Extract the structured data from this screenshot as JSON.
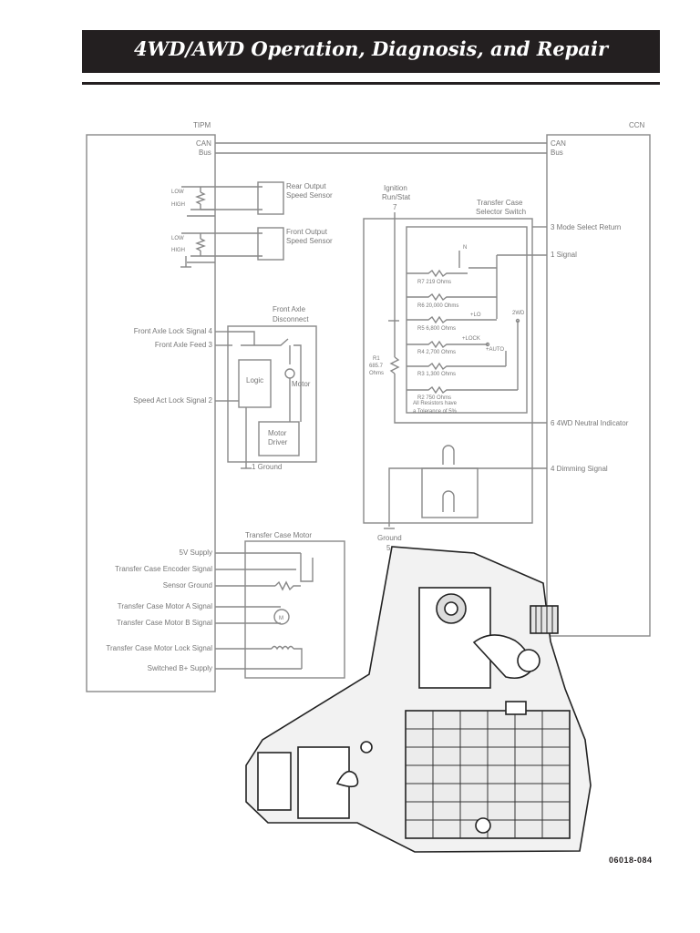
{
  "header": {
    "title": "4WD/AWD Operation, Diagnosis, and Repair"
  },
  "figure_id": "06018-084",
  "modules": {
    "tipm": "TIPM",
    "ccn": "CCN",
    "can_bus_left": [
      "CAN",
      "Bus"
    ],
    "can_bus_right": [
      "CAN",
      "Bus"
    ]
  },
  "sensors": {
    "rear": [
      "Rear Output",
      "Speed Sensor"
    ],
    "front": [
      "Front Output",
      "Speed Sensor"
    ],
    "low": "LOW",
    "high": "HIGH"
  },
  "front_axle": {
    "title": [
      "Front Axle",
      "Disconnect"
    ],
    "lock_signal": "Front Axle Lock Signal 4",
    "feed": "Front Axle Feed 3",
    "speed_act": "Speed Act Lock Signal 2",
    "logic": "Logic",
    "motor": "Motor",
    "motor_driver": [
      "Motor",
      "Driver"
    ],
    "ground": "1 Ground"
  },
  "selector": {
    "ignition": [
      "Ignition",
      "Run/Stat",
      "7"
    ],
    "title": [
      "Transfer Case",
      "Selector Switch"
    ],
    "mode_select_return": "3  Mode Select Return",
    "signal": "1  Signal",
    "r7": "R7  219 Ohms",
    "r6": "R6  20,000 Ohms",
    "r5": "R5  6,800 Ohms",
    "r4": "R4  2,700 Ohms",
    "r3": "R3  1,300 Ohms",
    "r2": "R2  750 Ohms",
    "r1": [
      "R1",
      "685.7",
      "Ohms"
    ],
    "lo": "+LO",
    "lock": "+LOCK",
    "auto": "+AUTO",
    "twowd": "2WD",
    "n": "N",
    "tolerance": [
      "All Resistors have",
      "a Tolerance of 5%"
    ],
    "neutral_indicator": "6  4WD Neutral Indicator",
    "dimming": "4  Dimming Signal",
    "ground": [
      "Ground",
      "5"
    ]
  },
  "tc_motor": {
    "title": "Transfer Case Motor",
    "labels": [
      "5V Supply",
      "Transfer Case Encoder Signal",
      "Sensor Ground",
      "Transfer Case Motor A Signal",
      "Transfer Case Motor B Signal",
      "Transfer Case Motor Lock Signal",
      "Switched B+ Supply"
    ],
    "m": "M"
  }
}
